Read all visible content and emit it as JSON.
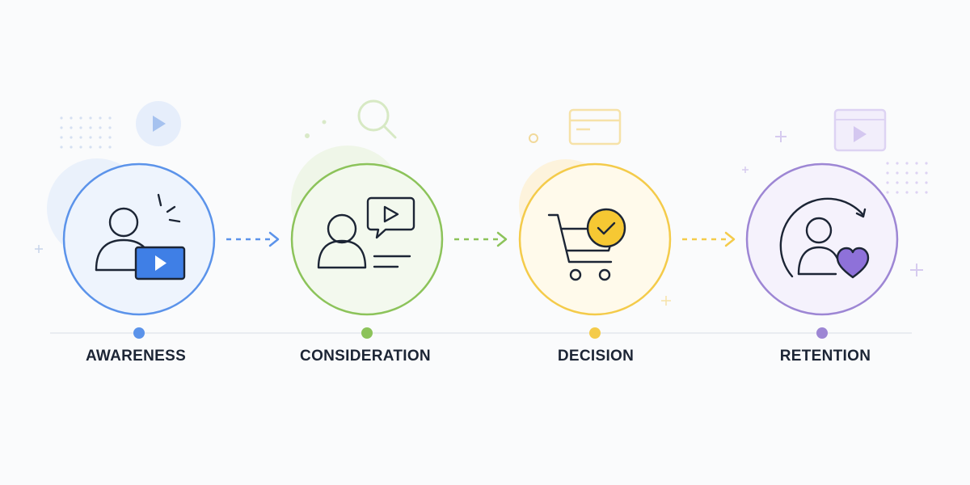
{
  "stages": [
    {
      "label": "AWARENESS",
      "color": "#5b93ea",
      "fill": "#eef4fd"
    },
    {
      "label": "CONSIDERATION",
      "color": "#8cc35a",
      "fill": "#f3f9ee"
    },
    {
      "label": "DECISION",
      "color": "#f4cb4a",
      "fill": "#fffaeb"
    },
    {
      "label": "RETENTION",
      "color": "#9d86d4",
      "fill": "#f5f2fc"
    }
  ],
  "icons": {
    "awareness": "person-with-video-icon",
    "consideration": "person-with-video-message-icon",
    "decision": "shopping-cart-check-icon",
    "retention": "person-heart-cycle-icon"
  }
}
